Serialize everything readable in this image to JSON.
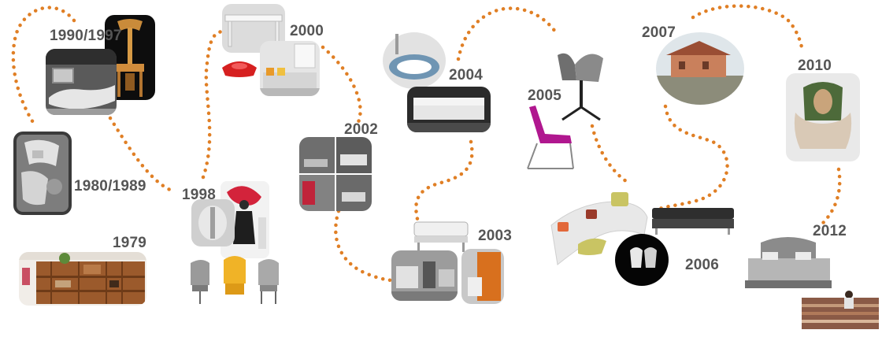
{
  "timeline": {
    "path_color": "#e07f25",
    "years": [
      {
        "id": "y1979",
        "label": "1979"
      },
      {
        "id": "y1980",
        "label": "1980/1989"
      },
      {
        "id": "y1990",
        "label": "1990/1997"
      },
      {
        "id": "y1998",
        "label": "1998"
      },
      {
        "id": "y2000",
        "label": "2000"
      },
      {
        "id": "y2002",
        "label": "2002"
      },
      {
        "id": "y2003",
        "label": "2003"
      },
      {
        "id": "y2004",
        "label": "2004"
      },
      {
        "id": "y2005",
        "label": "2005"
      },
      {
        "id": "y2006",
        "label": "2006"
      },
      {
        "id": "y2007",
        "label": "2007"
      },
      {
        "id": "y2010",
        "label": "2010"
      },
      {
        "id": "y2012",
        "label": "2012"
      }
    ]
  }
}
